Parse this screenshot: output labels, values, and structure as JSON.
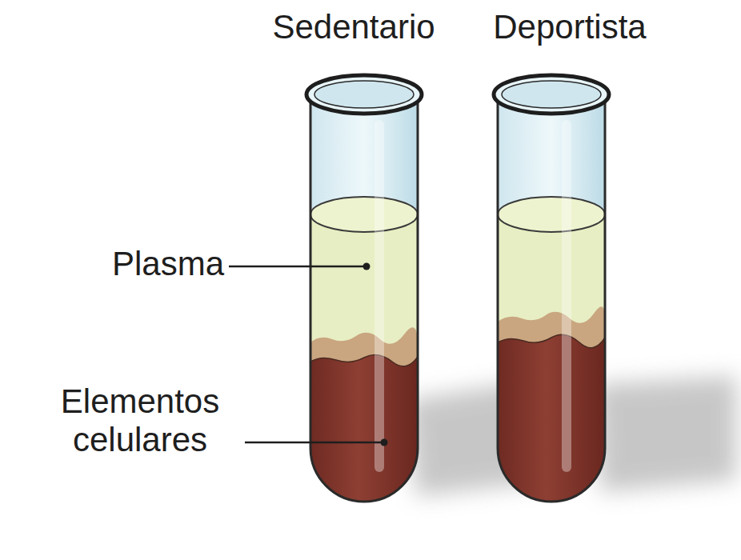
{
  "diagram": {
    "labels": [
      "Sedentario",
      "Deportista",
      "Plasma",
      "Elementos celulares"
    ]
  }
}
